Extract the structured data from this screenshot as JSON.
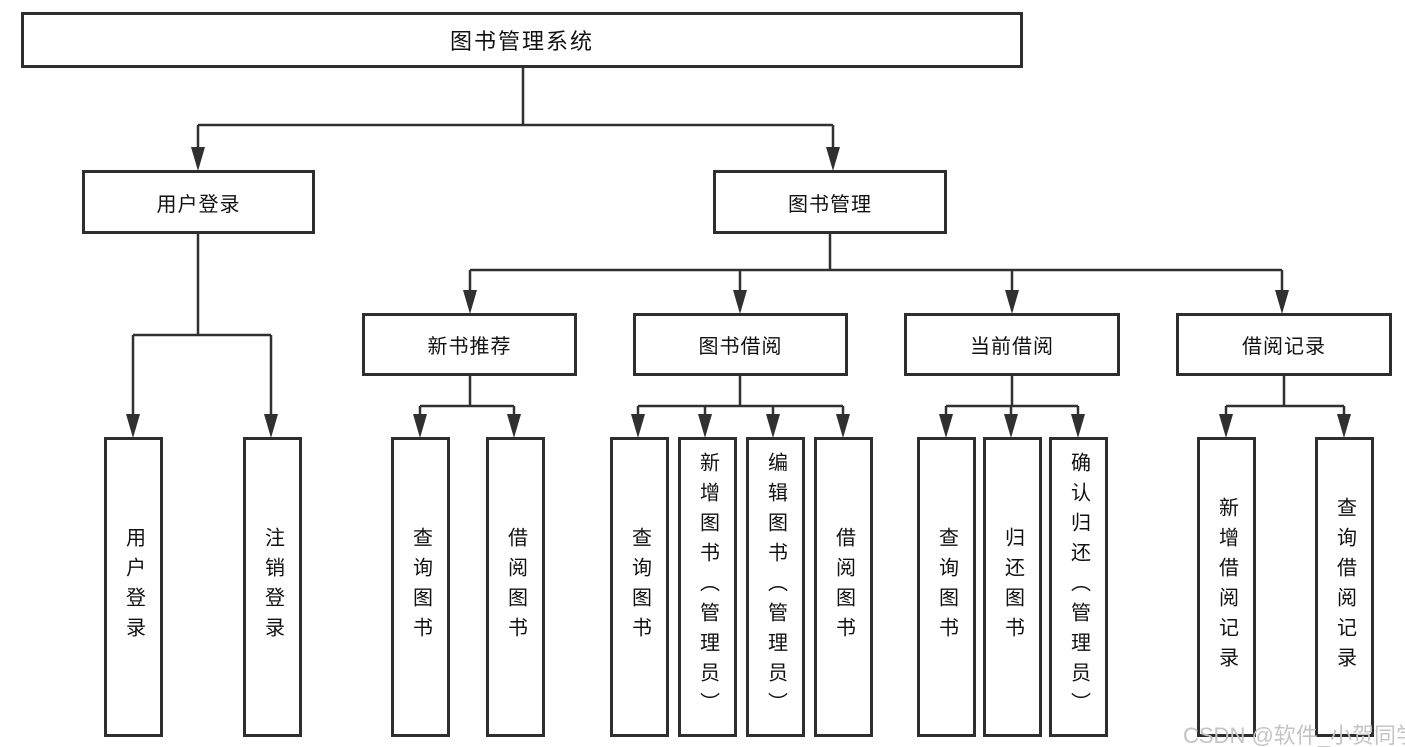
{
  "diagram": {
    "tree": {
      "label": "图书管理系统",
      "children": [
        {
          "label": "用户登录",
          "children": [
            {
              "label": "用户登录"
            },
            {
              "label": "注销登录"
            }
          ]
        },
        {
          "label": "图书管理",
          "children": [
            {
              "label": "新书推荐",
              "children": [
                {
                  "label": "查询图书"
                },
                {
                  "label": "借阅图书"
                }
              ]
            },
            {
              "label": "图书借阅",
              "children": [
                {
                  "label": "查询图书"
                },
                {
                  "label": "新增图书（管理员）"
                },
                {
                  "label": "编辑图书（管理员）"
                },
                {
                  "label": "借阅图书"
                }
              ]
            },
            {
              "label": "当前借阅",
              "children": [
                {
                  "label": "查询图书"
                },
                {
                  "label": "归还图书"
                },
                {
                  "label": "确认归还（管理员）"
                }
              ]
            },
            {
              "label": "借阅记录",
              "children": [
                {
                  "label": "新增借阅记录"
                },
                {
                  "label": "查询借阅记录"
                }
              ]
            }
          ]
        }
      ]
    },
    "watermark": "CSDN @软件_小贺同学",
    "colors": {
      "line": "#303030",
      "border": "#2e2e2e",
      "text": "#111111",
      "watermark": "#c4c4c4",
      "background": "#ffffff"
    }
  }
}
